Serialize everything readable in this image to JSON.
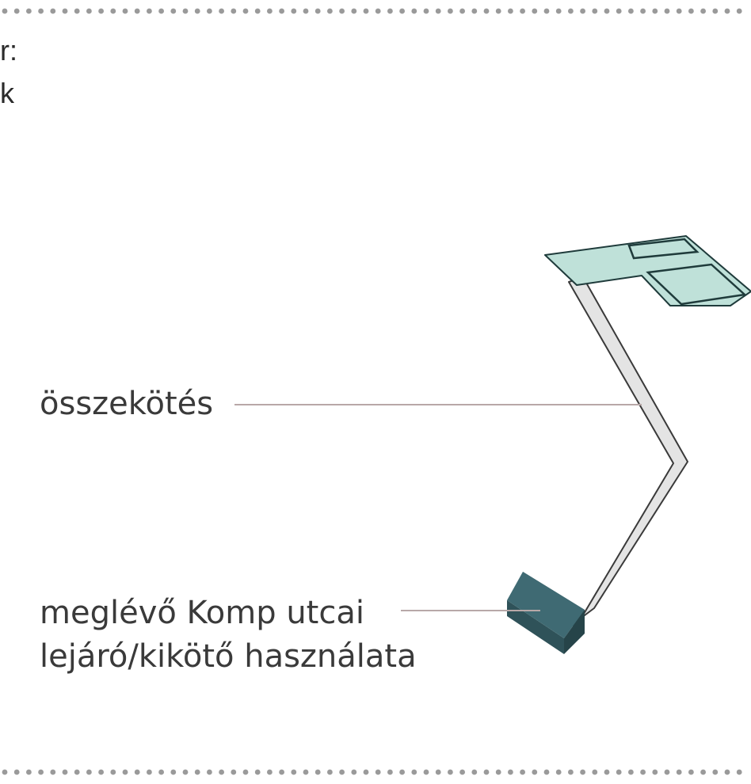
{
  "top_fragment": {
    "line1": "r:",
    "line2": "k"
  },
  "labels": {
    "connection": "összekötés",
    "existing_line1": "meglévő Komp utcai",
    "existing_line2": "lejáró/kikötő használata"
  },
  "colors": {
    "dot": "#9a9a9a",
    "platform_fill": "#bfe1d9",
    "platform_stroke": "#1f3b3b",
    "walkway_fill": "#e4e4e4",
    "walkway_stroke": "#3a3a3a",
    "box_top": "#3f6a73",
    "box_side": "#2f5259",
    "leader": "#b8a8a8"
  }
}
